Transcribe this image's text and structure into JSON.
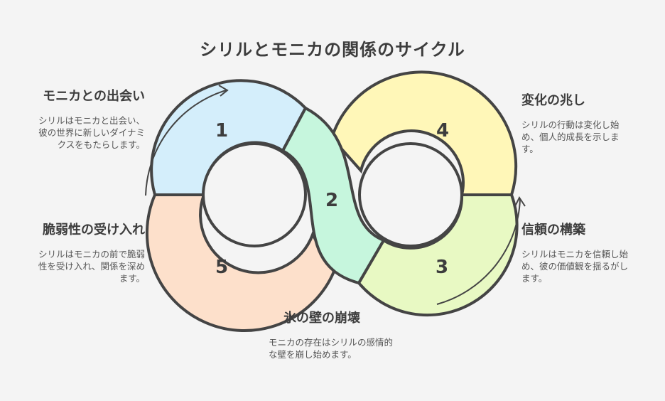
{
  "title": "シリルとモニカの関係のサイクル",
  "stages": [
    {
      "number": "1",
      "heading": "モニカとの出会い",
      "text": "シリルはモニカと出会い、彼の世界に新しいダイナミクスをもたらします。",
      "color": "#d4eefb"
    },
    {
      "number": "2",
      "heading": "氷の壁の崩壊",
      "text": "モニカの存在はシリルの感情的な壁を崩し始めます。",
      "color": "#c6f6dd"
    },
    {
      "number": "3",
      "heading": "信頼の構築",
      "text": "シリルはモニカを信頼し始め、彼の価値観を揺るがします。",
      "color": "#e8f9c3"
    },
    {
      "number": "4",
      "heading": "変化の兆し",
      "text": "シリルの行動は変化し始め、個人的成長を示します。",
      "color": "#fff7b8"
    },
    {
      "number": "5",
      "heading": "脆弱性の受け入れ",
      "text": "シリルはモニカの前で脆弱性を受け入れ、関係を深めます。",
      "color": "#fde0cb"
    }
  ],
  "colors": {
    "stroke": "#444444",
    "background": "#f4f4f4"
  }
}
